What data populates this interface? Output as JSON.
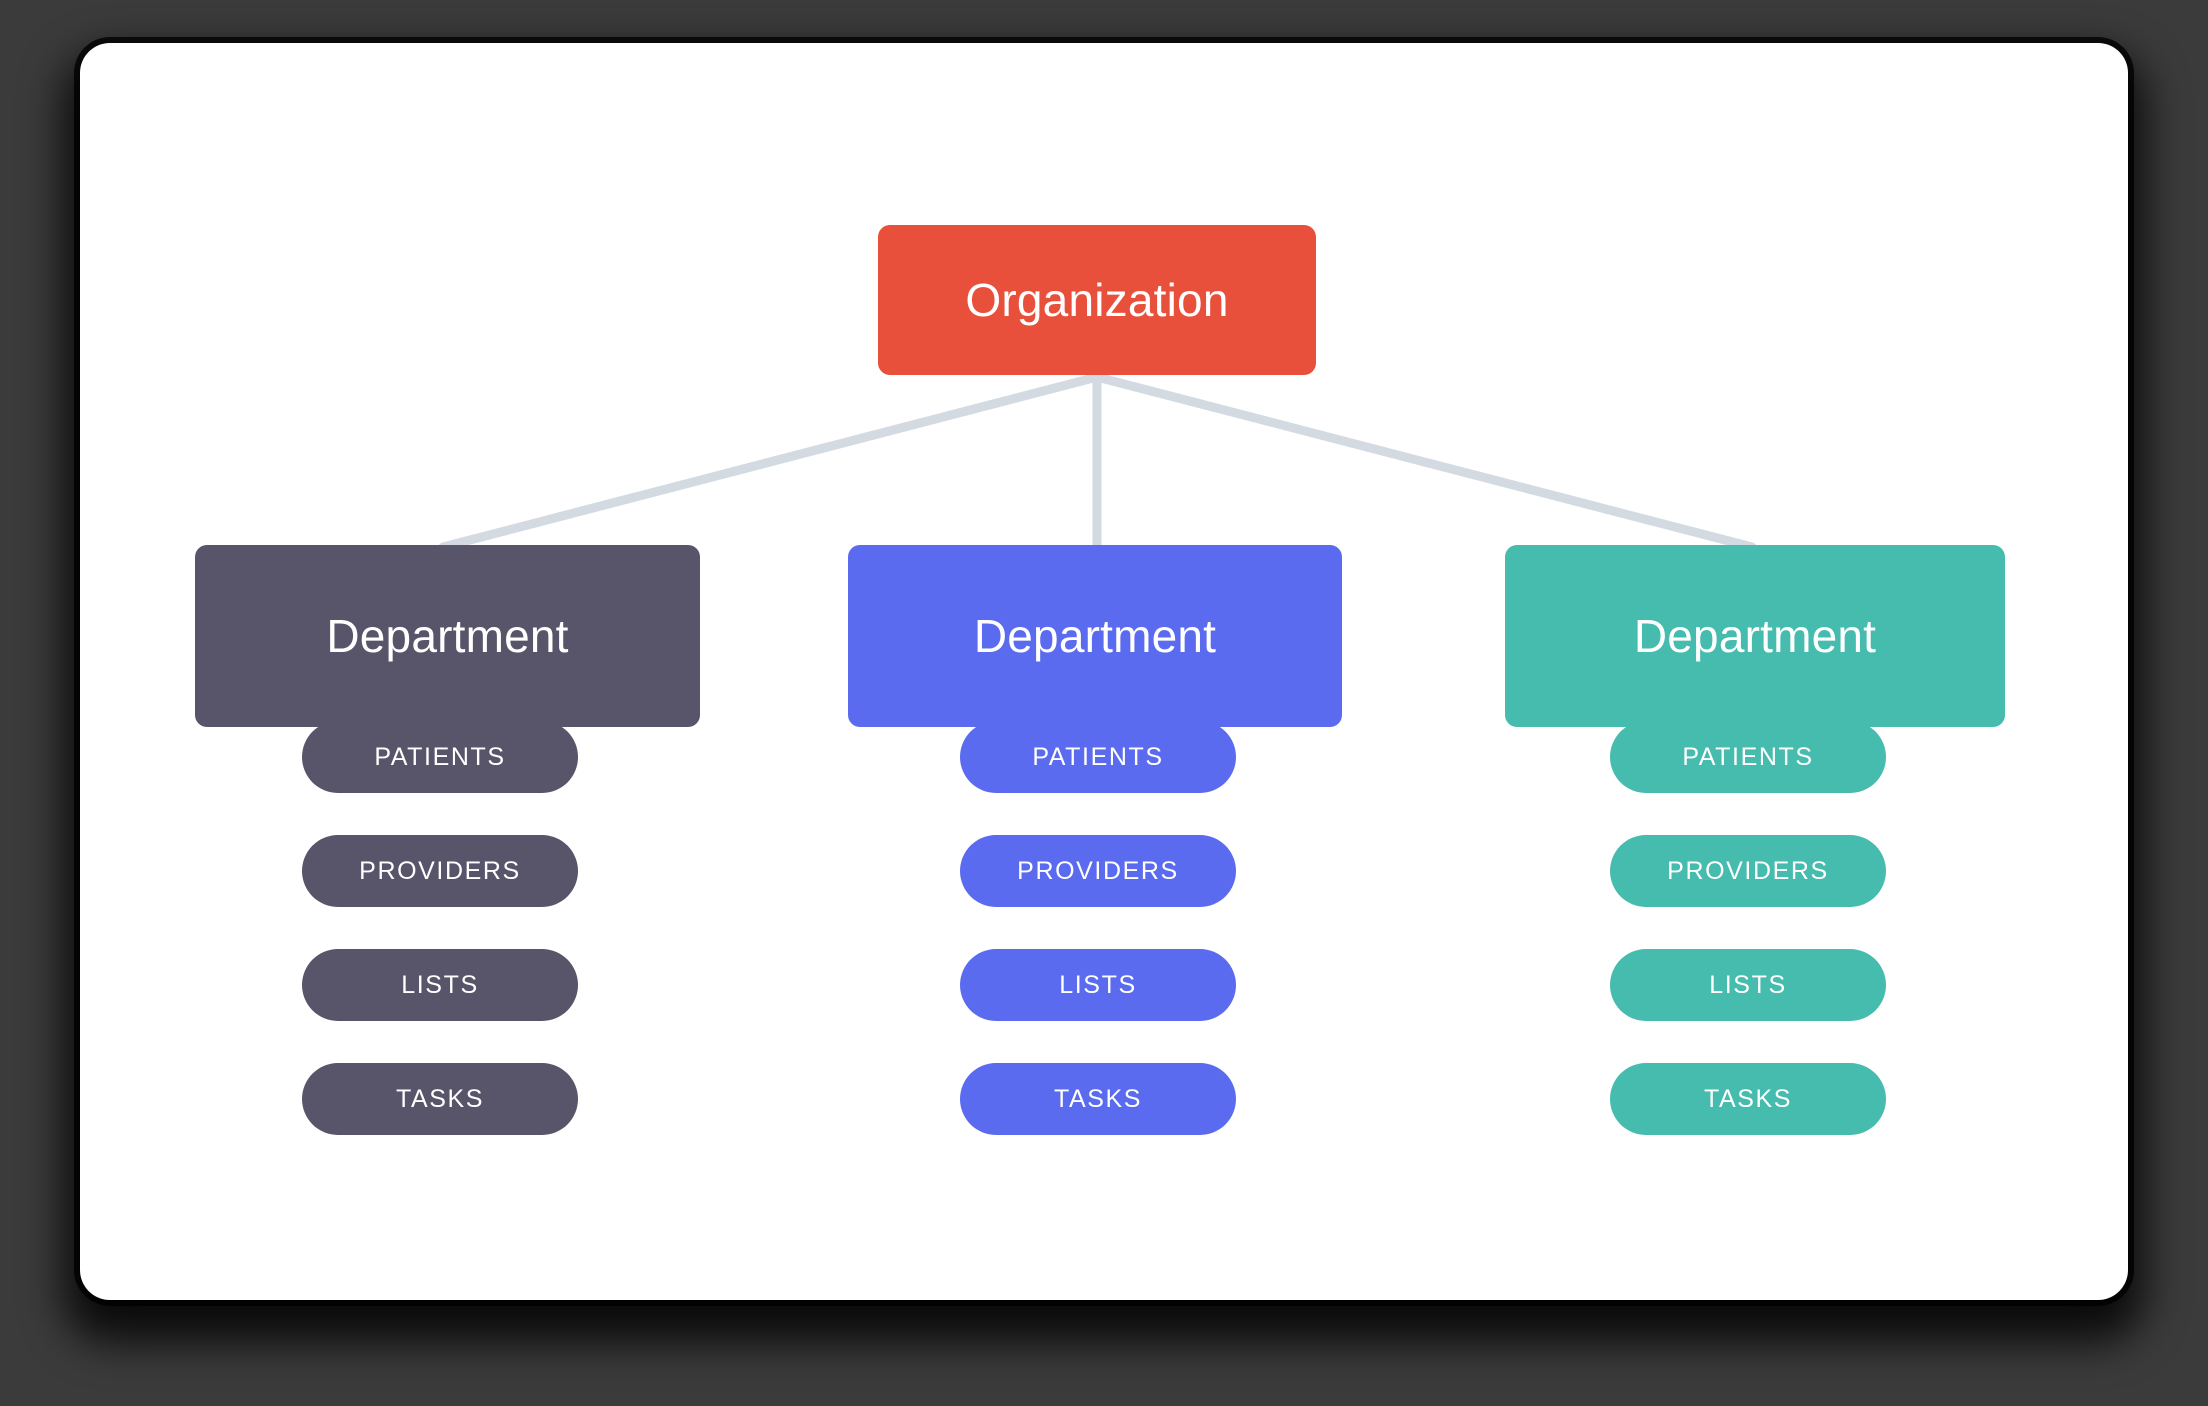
{
  "canvas": {
    "background_color": "#3b3b3b",
    "card_background_color": "#ffffff"
  },
  "diagram": {
    "type": "org-chart",
    "connector_color": "#d3dae2",
    "root": {
      "label": "Organization",
      "color": "#e9503c"
    },
    "departments": [
      {
        "label": "Department",
        "color": "#58556a",
        "items": [
          {
            "label": "PATIENTS"
          },
          {
            "label": "PROVIDERS"
          },
          {
            "label": "LISTS"
          },
          {
            "label": "TASKS"
          }
        ]
      },
      {
        "label": "Department",
        "color": "#5b6bef",
        "items": [
          {
            "label": "PATIENTS"
          },
          {
            "label": "PROVIDERS"
          },
          {
            "label": "LISTS"
          },
          {
            "label": "TASKS"
          }
        ]
      },
      {
        "label": "Department",
        "color": "#45bcae",
        "items": [
          {
            "label": "PATIENTS"
          },
          {
            "label": "PROVIDERS"
          },
          {
            "label": "LISTS"
          },
          {
            "label": "TASKS"
          }
        ]
      }
    ]
  }
}
